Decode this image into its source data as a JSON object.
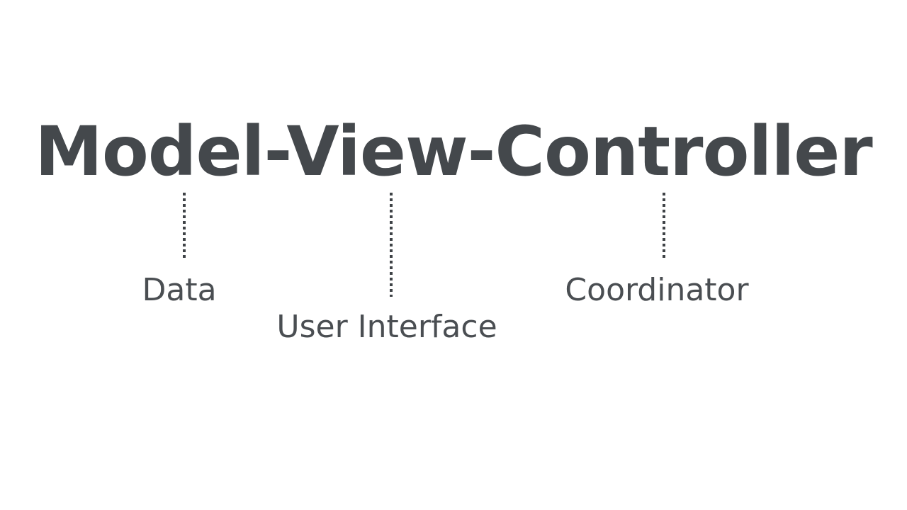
{
  "slide": {
    "background_color": "#ffffff",
    "title": {
      "text": "Model-View-Controller",
      "color": "#44484c"
    },
    "annotations": [
      {
        "term": "Model",
        "gloss": "Data",
        "leader_color": "#3f4347"
      },
      {
        "term": "View",
        "gloss": "User Interface",
        "leader_color": "#3f4347"
      },
      {
        "term": "Controller",
        "gloss": "Coordinator",
        "leader_color": "#3f4347"
      }
    ],
    "label_color": "#4a4e52"
  }
}
